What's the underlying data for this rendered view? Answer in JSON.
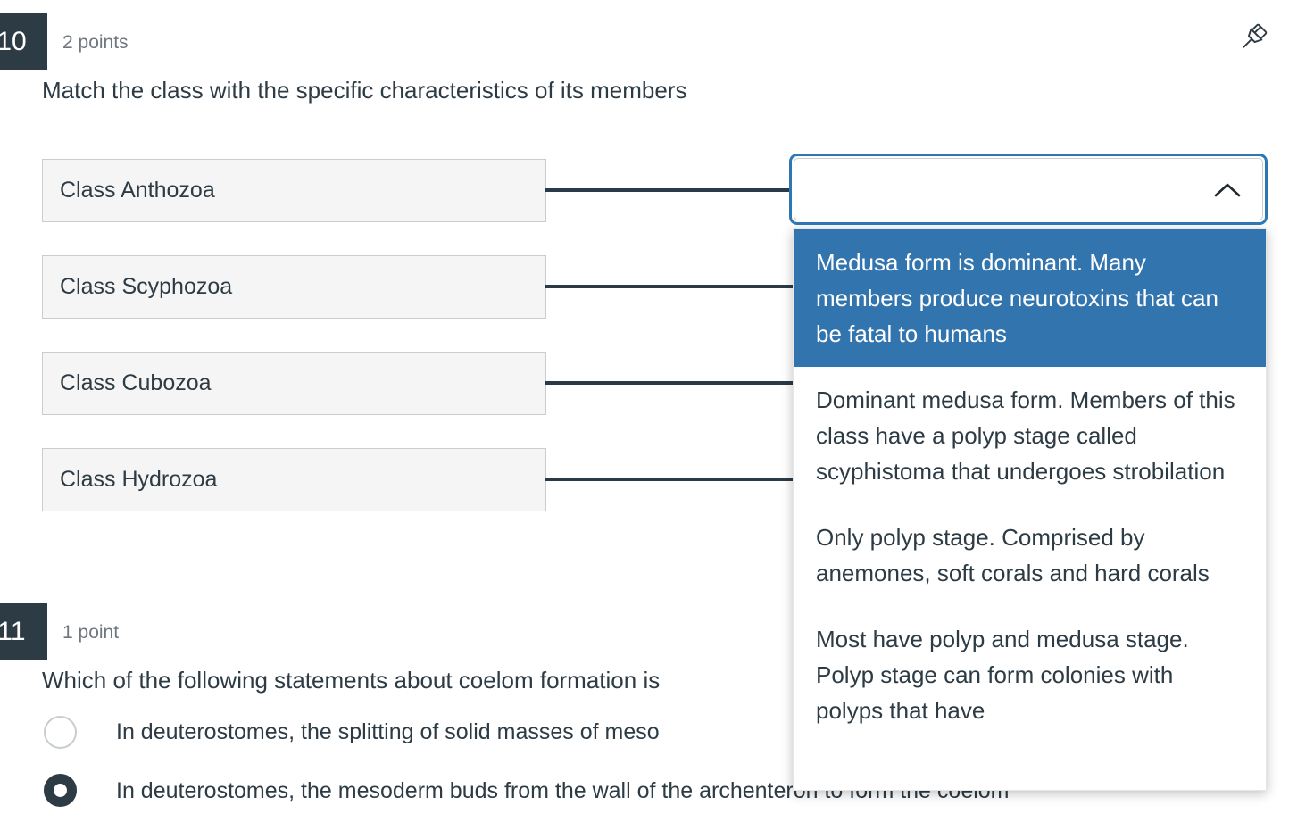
{
  "colors": {
    "badge_bg": "#2D3B45",
    "text_dark": "#2D3B45",
    "muted_text": "#6F777F",
    "highlight_blue": "#3274AD",
    "focus_ring_blue": "#2E77B5",
    "box_bg": "#F5F5F5",
    "box_border": "#C7CDD1"
  },
  "icons": {
    "pin": "pushpin-icon",
    "select_chevron": "chevron-up-icon"
  },
  "question_match": {
    "number": "10",
    "points_label": "2 points",
    "title": "Match the class with the specific characteristics of its members",
    "items": [
      "Class Anthozoa",
      "Class Scyphozoa",
      "Class Cubozoa",
      "Class Hydrozoa"
    ],
    "dropdown": {
      "selected_value": "",
      "options": [
        {
          "label": "Medusa form is dominant. Many members produce neurotoxins that can be fatal to humans",
          "highlighted": true
        },
        {
          "label": "Dominant medusa form. Members of this class have a polyp stage called scyphistoma that undergoes strobilation",
          "highlighted": false
        },
        {
          "label": "Only polyp stage. Comprised by anemones, soft corals and hard corals",
          "highlighted": false
        },
        {
          "label": "Most have polyp and medusa stage. Polyp stage can form colonies with polyps that have",
          "highlighted": false
        }
      ]
    }
  },
  "question_coelom": {
    "number": "11",
    "points_label": "1 point",
    "title": "Which of the following statements about coelom formation is",
    "options": [
      {
        "label": "In deuterostomes, the splitting of solid masses of meso",
        "selected": false
      },
      {
        "label": "In deuterostomes, the mesoderm buds from the wall of the archenteron to form the coelom",
        "selected": true
      }
    ]
  }
}
